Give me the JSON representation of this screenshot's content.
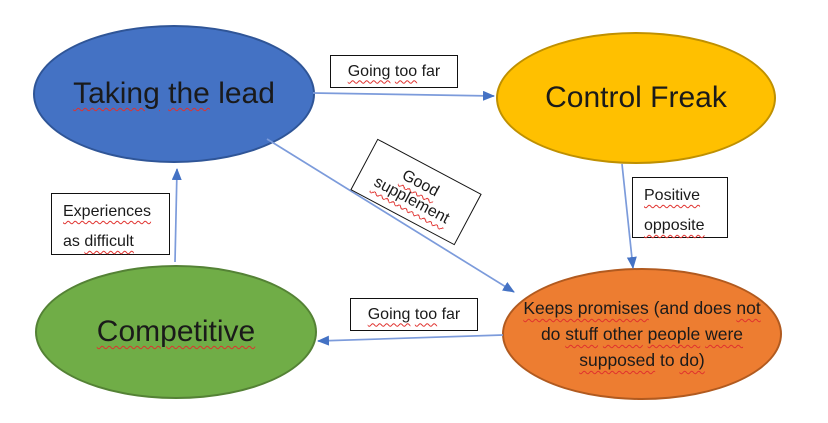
{
  "diagram": {
    "arrow_line_color": "#7c9bdb",
    "arrow_head_color": "#4472C4",
    "spellcheck_color": "#e0312e",
    "nodes": [
      {
        "id": "taking-the-lead",
        "label": "Taking the lead",
        "fill": "#4472C4",
        "border": "#2F5597",
        "lines": [
          [
            {
              "t": "Taking",
              "sq": true
            },
            {
              "t": " ",
              "sq": false
            },
            {
              "t": "the",
              "sq": true
            },
            {
              "t": " lead",
              "sq": false
            }
          ]
        ]
      },
      {
        "id": "control-freak",
        "label": "Control Freak",
        "fill": "#FFC000",
        "border": "#BF9000",
        "lines": [
          [
            {
              "t": "Control Freak",
              "sq": false
            }
          ]
        ]
      },
      {
        "id": "competitive",
        "label": "Competitive",
        "fill": "#70AD47",
        "border": "#548235",
        "lines": [
          [
            {
              "t": "Competitive",
              "sq": true
            }
          ]
        ]
      },
      {
        "id": "keeps-promises",
        "label": "Keeps promises (and does not do stuff other people were supposed to do)",
        "fill": "#ED7D31",
        "border": "#B15A1F",
        "lines": [
          [
            {
              "t": "Keeps promises",
              "sq": true
            },
            {
              "t": " (and does ",
              "sq": false
            },
            {
              "t": "not",
              "sq": true
            }
          ],
          [
            {
              "t": "do ",
              "sq": false
            },
            {
              "t": "stuff",
              "sq": true
            },
            {
              "t": " ",
              "sq": false
            },
            {
              "t": "other",
              "sq": true
            },
            {
              "t": " ",
              "sq": false
            },
            {
              "t": "people",
              "sq": true
            },
            {
              "t": " ",
              "sq": false
            },
            {
              "t": "were",
              "sq": true
            }
          ],
          [
            {
              "t": "supposed",
              "sq": true
            },
            {
              "t": " to ",
              "sq": false
            },
            {
              "t": "do)",
              "sq": true
            }
          ]
        ]
      }
    ],
    "edges": [
      {
        "id": "lead-to-control-freak",
        "label": "Going too far",
        "lines": [
          [
            {
              "t": "Going",
              "sq": true
            },
            {
              "t": " ",
              "sq": false
            },
            {
              "t": "too",
              "sq": true
            },
            {
              "t": " far",
              "sq": false
            }
          ]
        ]
      },
      {
        "id": "lead-to-keeps-promises",
        "label": "Good supplement",
        "lines": [
          [
            {
              "t": "Good",
              "sq": true
            }
          ],
          [
            {
              "t": "supplement",
              "sq": true
            }
          ]
        ]
      },
      {
        "id": "control-freak-to-keeps-promises",
        "label": "Positive opposite",
        "lines": [
          [
            {
              "t": "Positive",
              "sq": true
            }
          ],
          [
            {
              "t": "opposite",
              "sq": true
            }
          ]
        ]
      },
      {
        "id": "keeps-promises-to-competitive",
        "label": "Going too far",
        "lines": [
          [
            {
              "t": "Going",
              "sq": true
            },
            {
              "t": " ",
              "sq": false
            },
            {
              "t": "too",
              "sq": true
            },
            {
              "t": " far",
              "sq": false
            }
          ]
        ]
      },
      {
        "id": "competitive-to-lead",
        "label": "Experiences as difficult",
        "lines": [
          [
            {
              "t": "Experiences",
              "sq": true
            }
          ],
          [
            {
              "t": "as ",
              "sq": false
            },
            {
              "t": "difficult",
              "sq": true
            }
          ]
        ]
      }
    ]
  }
}
